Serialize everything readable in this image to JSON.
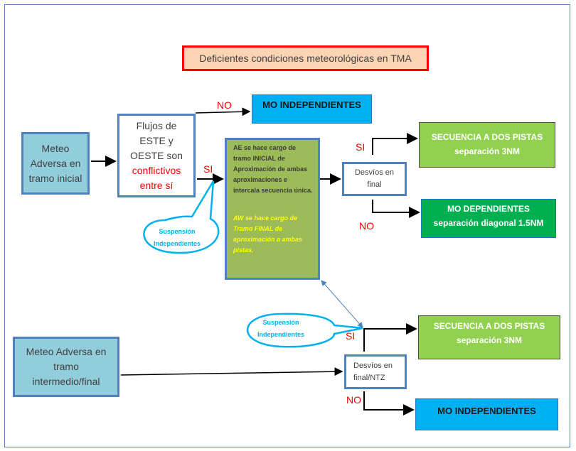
{
  "title": "Deficientes condiciones meteorológicas en TMA",
  "nodes": {
    "meteo_inicial": "Meteo Adversa en tramo inicial",
    "flujos": {
      "line1": "Flujos de",
      "line2": "ESTE y",
      "line3": "OESTE son",
      "line4_red": "conflictivos",
      "line5_red": "entre sí"
    },
    "mo_independientes_top": "MO INDEPENDIENTES",
    "ae_box": {
      "paragraph1": "AE se hace cargo de tramo INICIAL de Aproximación de ambas aproximaciones e intercala secuencia única.",
      "paragraph2": "AW se hace cargo de Tramo FINAL de aproximación a ambas pistas."
    },
    "desvios_final": {
      "line1": "Desvíos en",
      "line2": "final"
    },
    "secuencia_top": {
      "line1": "SECUENCIA A DOS PISTAS",
      "line2": "separación 3NM"
    },
    "mo_dependientes": {
      "line1": "MO DEPENDIENTES",
      "line2": "separación diagonal 1.5NM"
    },
    "meteo_intermedio": {
      "line1": "Meteo Adversa en",
      "line2": "tramo",
      "line3": "intermedio/final"
    },
    "desvios_ntz": {
      "line1": "Desvíos en",
      "line2": "final/NTZ"
    },
    "secuencia_bottom": {
      "line1": "SECUENCIA A DOS PISTAS",
      "line2": "separación 3NM"
    },
    "mo_independientes_bottom": "MO INDEPENDIENTES"
  },
  "labels": {
    "no_top": "NO",
    "si_flujos": "SI",
    "si_desvios1": "SI",
    "no_desvios1": "NO",
    "si_desvios2": "SI",
    "no_desvios2": "NO"
  },
  "callouts": {
    "top": {
      "line1": "Suspensión",
      "line2": "Independientes"
    },
    "bottom": {
      "line1": "Suspensión",
      "line2": "Independientes"
    }
  },
  "colors": {
    "frame": "#4f81bd",
    "title_fill": "#fbd4b4",
    "title_border": "#ff0000",
    "meteo_fill": "#92cddc",
    "ae_fill": "#9bbb59",
    "ae_italic_text": "#ffff00",
    "sequence_fill": "#92d050",
    "dependent_fill": "#00b050",
    "independent_fill": "#00b0f0",
    "decision_label": "#ff0000",
    "callout": "#00b0f0"
  }
}
